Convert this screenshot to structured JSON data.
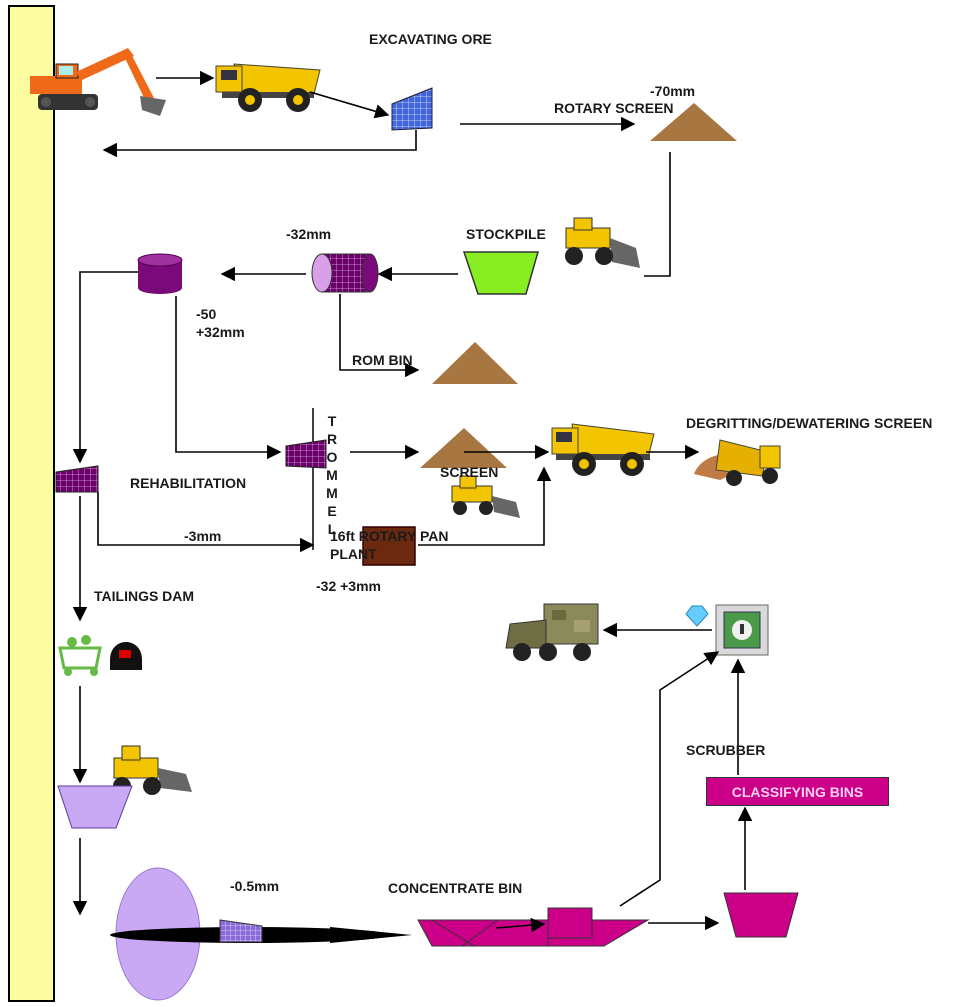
{
  "labels": {
    "excavating_ore": "EXCAVATING ORE",
    "minus_70mm": "-70mm",
    "rotary_screen": "ROTARY SCREEN",
    "minus_32mm": "-32mm",
    "stockpile": "STOCKPILE",
    "minus_50": "-50",
    "plus_32mm": "+32mm",
    "rom_bin": "ROM BIN",
    "trommel": "TROMMEL",
    "screen": "SCREEN",
    "degritting": "DEGRITTING/DEWATERING SCREEN",
    "rehabilitation": "REHABILITATION",
    "minus_3mm": "-3mm",
    "plant_pan": "16ft ROTARY PAN",
    "plant_text": "PLANT",
    "minus_32_plus_3mm": "-32 +3mm",
    "tailings_dam": "TAILINGS DAM",
    "scrubber": "SCRUBBER",
    "classifying_bins": "CLASSIFYING BINS",
    "minus_05mm": "-0.5mm",
    "concentrate_bin": "CONCENTRATE BIN"
  },
  "colors": {
    "side_bar": "#fcfca0",
    "screen_blue": "#5577ee",
    "stockpile_brown": "#a87640",
    "hopper_green": "#88ee22",
    "purple": "#7a0a7a",
    "magenta": "#cc0088",
    "lavender": "#c9a8f4",
    "pan_brown": "#6b2a10",
    "truck_yellow": "#f3c400",
    "excavator_orange": "#ee6a18"
  }
}
